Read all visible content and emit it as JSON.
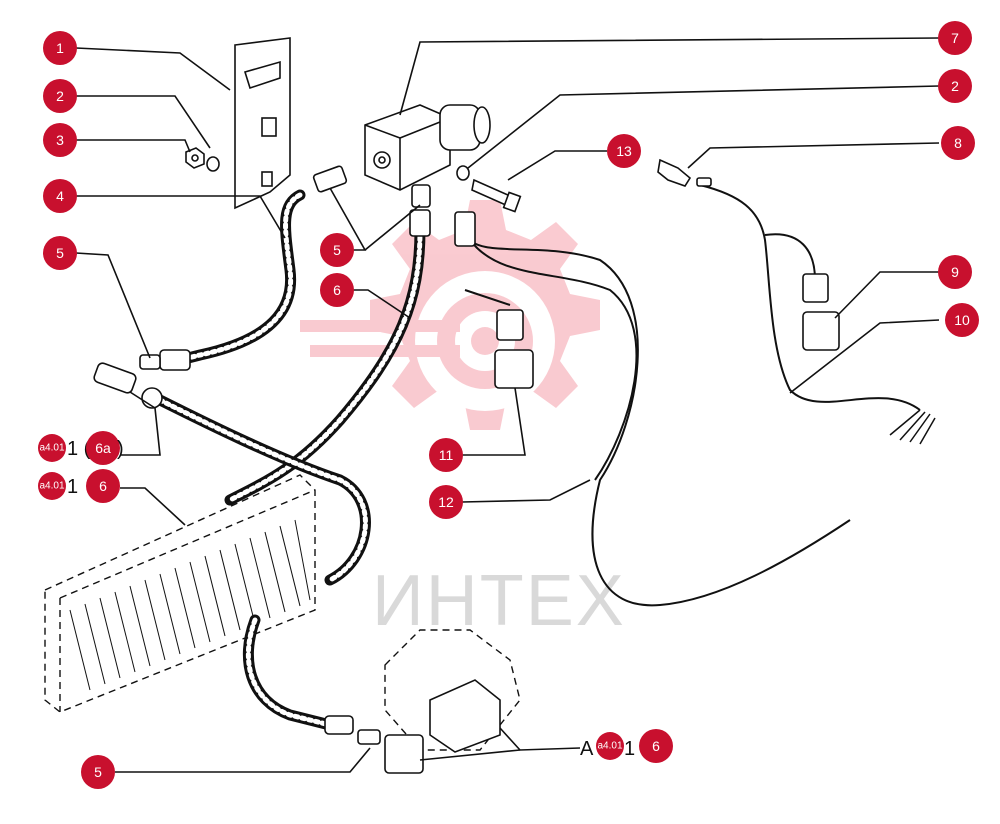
{
  "watermark": {
    "text": "ИНТЕХ",
    "logo": "gear-with-target-logo",
    "color": "#f7b8bf"
  },
  "accent_color": "#c8102e",
  "callouts": {
    "c1": "1",
    "c2a": "2",
    "c3": "3",
    "c4": "4",
    "c5a": "5",
    "c6": "6",
    "c7": "7",
    "c2b": "2",
    "c13": "13",
    "c8": "8",
    "c5b": "5",
    "c9": "9",
    "c10": "10",
    "c11": "11",
    "c12": "12",
    "c5c": "5"
  },
  "cross_refs": {
    "r1": {
      "badge": "a4.01",
      "text": "1 (",
      "num": "6a",
      "tail": ")"
    },
    "r2": {
      "badge": "a4.01",
      "text": "1",
      "num": "6"
    },
    "r3": {
      "prefix": "A",
      "badge": "a4.01",
      "text": "1",
      "num": "6"
    }
  }
}
